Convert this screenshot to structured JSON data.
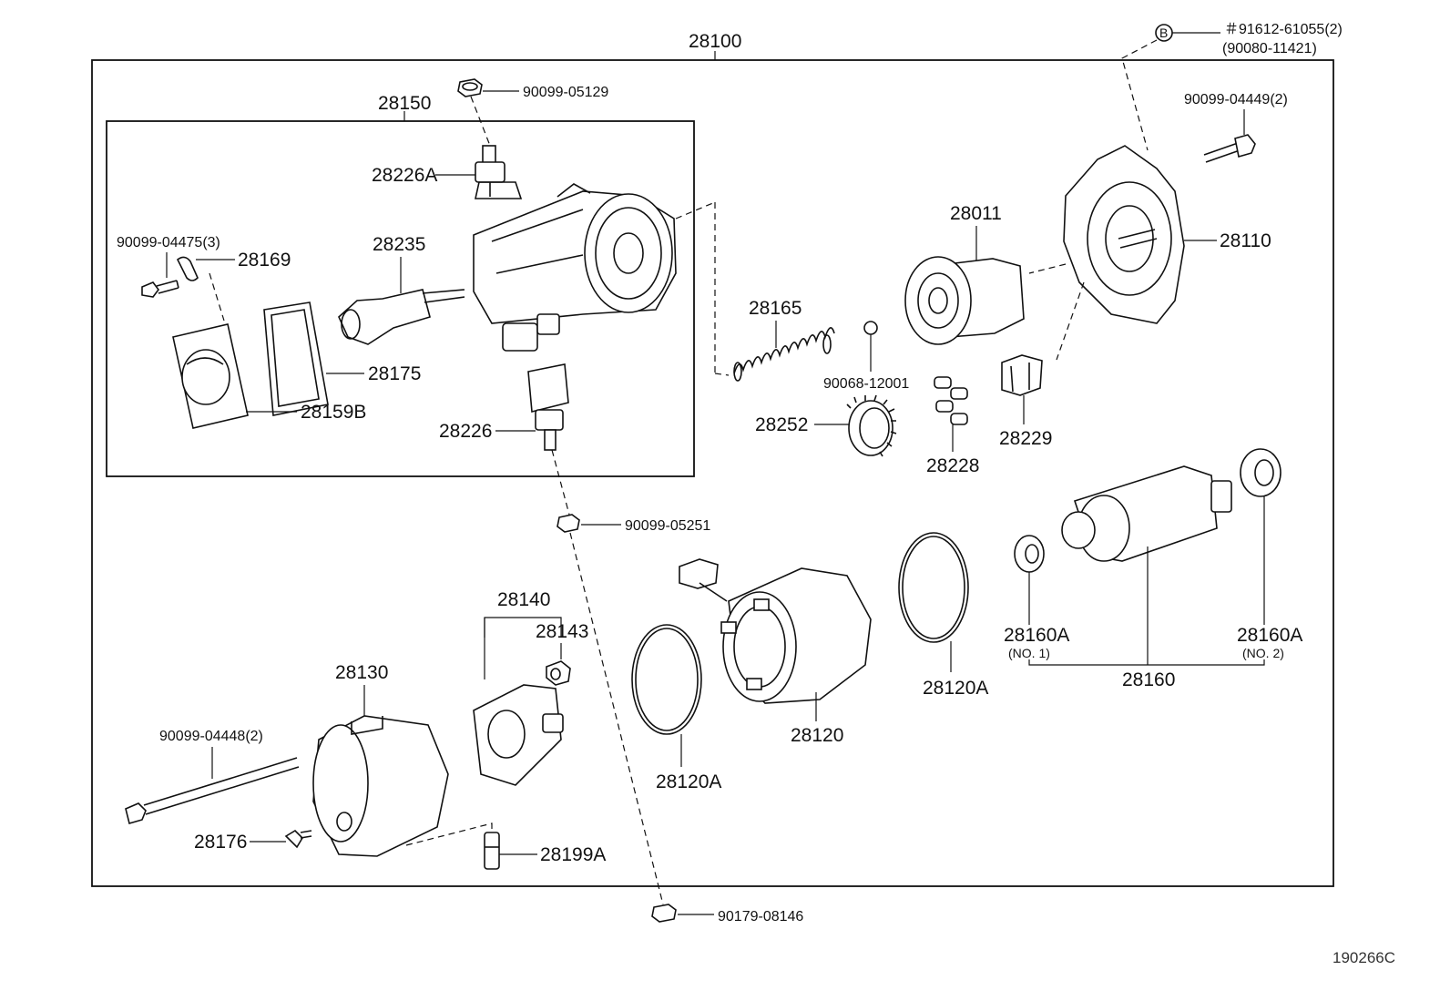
{
  "diagram": {
    "assembly_number": "28100",
    "subassembly_number": "28150",
    "drawing_code": "190266C",
    "callout_B": {
      "symbol": "B",
      "part": "＃91612-61055(2)",
      "alt_part": "(90080-11421)"
    },
    "labels": {
      "p90099_05129": "90099-05129",
      "p28226A": "28226A",
      "p90099_04475": "90099-04475(3)",
      "p28169": "28169",
      "p28235": "28235",
      "p28175": "28175",
      "p28159B": "28159B",
      "p28226": "28226",
      "p90099_05251": "90099-05251",
      "p90099_04449": "90099-04449(2)",
      "p28110": "28110",
      "p28011": "28011",
      "p28165": "28165",
      "p90068_12001": "90068-12001",
      "p28252": "28252",
      "p28228": "28228",
      "p28229": "28229",
      "p28140": "28140",
      "p28143": "28143",
      "p28130": "28130",
      "p90099_04448": "90099-04448(2)",
      "p28176": "28176",
      "p28199A": "28199A",
      "p28120A_left": "28120A",
      "p28120": "28120",
      "p28120A_right": "28120A",
      "p28160A_1": "28160A",
      "p28160A_1_sub": "(NO. 1)",
      "p28160A_2": "28160A",
      "p28160A_2_sub": "(NO. 2)",
      "p28160": "28160",
      "p90179_08146": "90179-08146"
    }
  }
}
